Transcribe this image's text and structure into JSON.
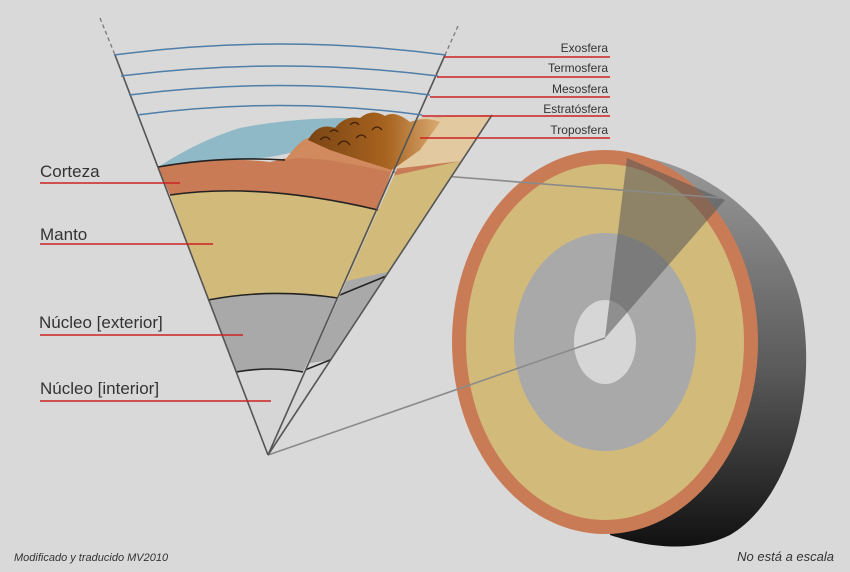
{
  "labels": {
    "layers": [
      {
        "text": "Corteza"
      },
      {
        "text": "Manto"
      },
      {
        "text": "Núcleo [exterior]"
      },
      {
        "text": "Núcleo [interior]"
      }
    ],
    "atmosphere": [
      {
        "text": "Exosfera"
      },
      {
        "text": "Termosfera"
      },
      {
        "text": "Mesosfera"
      },
      {
        "text": "Estratósfera"
      },
      {
        "text": "Troposfera"
      }
    ]
  },
  "credit": "Modificado y traducido MV2010",
  "scale_note": "No está a escala",
  "colors": {
    "background": "#d9d9d9",
    "leader_line": "#cc2222",
    "crust": "#c97b55",
    "mantle": "#d2bb7a",
    "outer_core": "#a9a9a9",
    "inner_core": "#d6d6d6",
    "ocean": "#8fb9c6",
    "atmosphere_line": "#4f7ea8",
    "mountains": "#9a5a22"
  }
}
